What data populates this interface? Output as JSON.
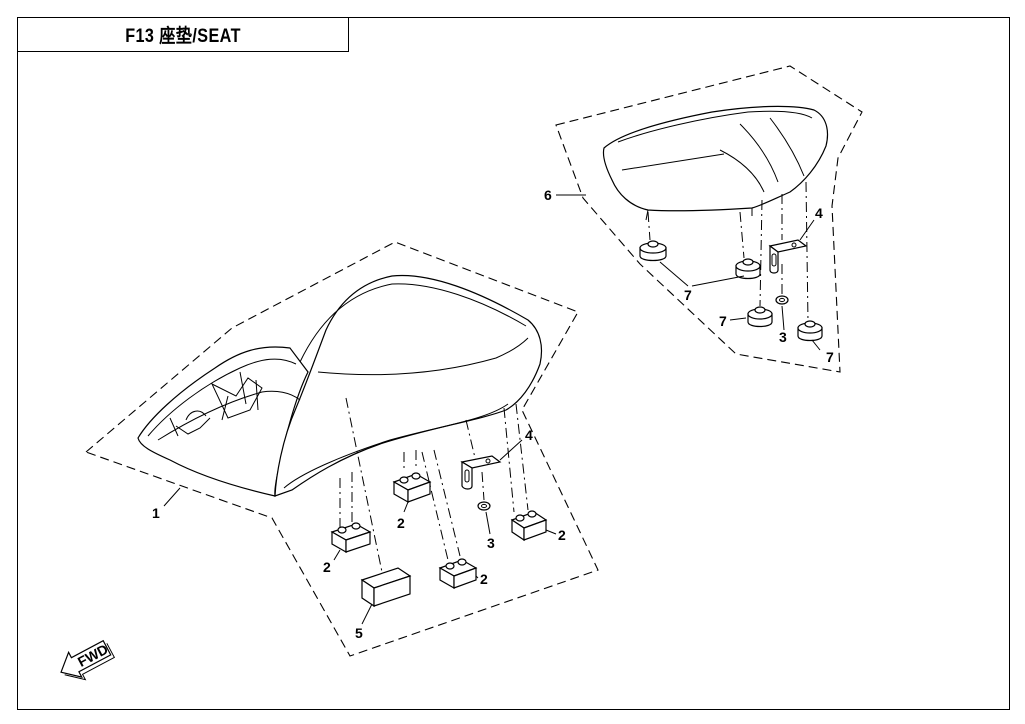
{
  "title": "F13  座垫/SEAT",
  "callouts": {
    "c1": "1",
    "c2a": "2",
    "c2b": "2",
    "c2c": "2",
    "c2d": "2",
    "c3a": "3",
    "c3b": "3",
    "c4a": "4",
    "c4b": "4",
    "c5": "5",
    "c6": "6",
    "c7a": "7",
    "c7b": "7",
    "c7c": "7"
  },
  "fwd_label": "FWD"
}
